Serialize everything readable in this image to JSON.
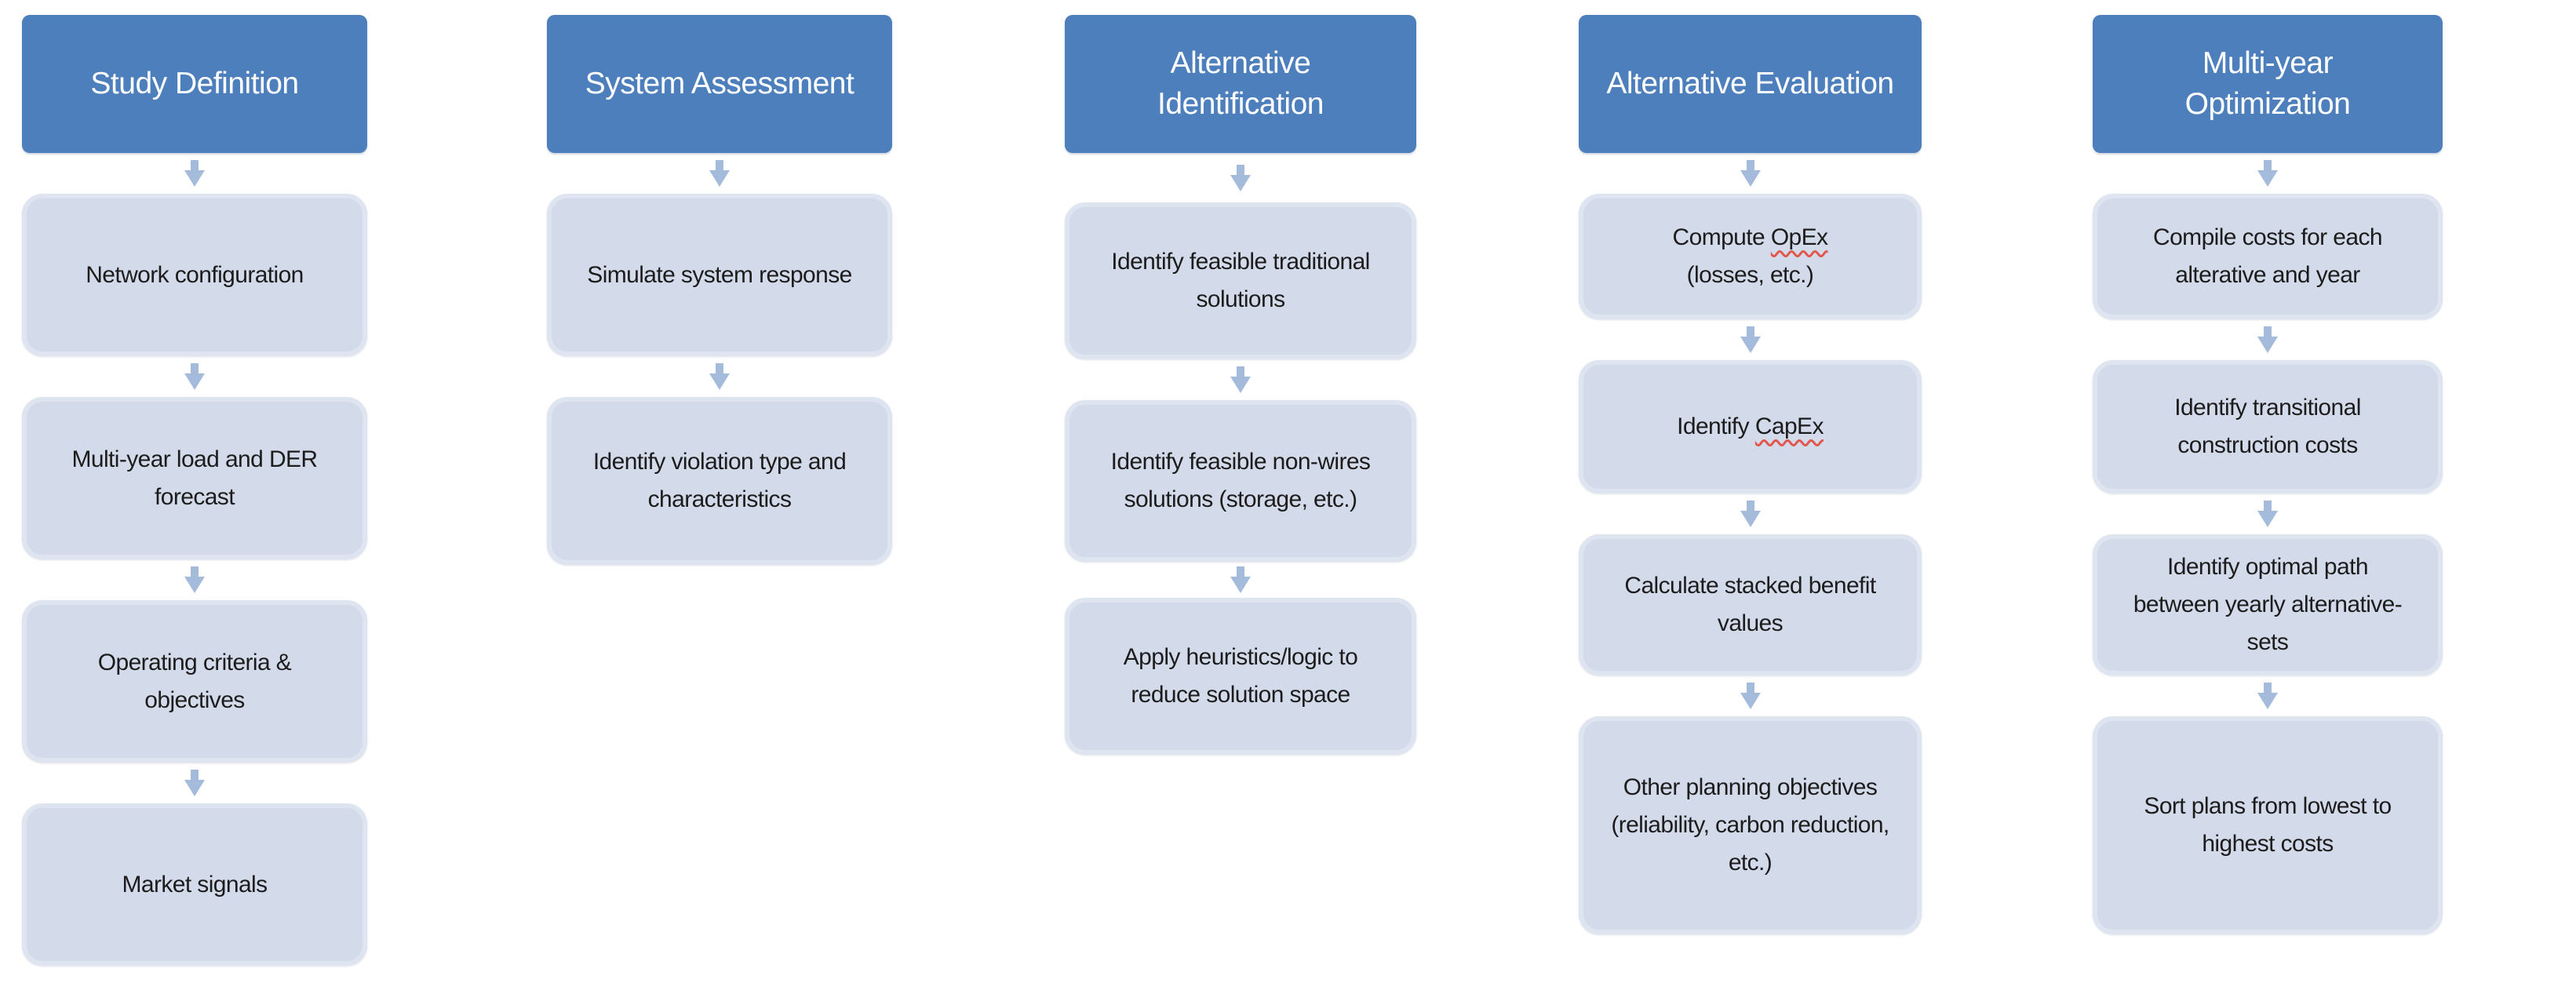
{
  "diagram": {
    "type": "process-flowchart",
    "columns": [
      {
        "header": "Study Definition",
        "boxes": [
          {
            "text": "Network configuration"
          },
          {
            "text": "Multi-year load and DER\nforecast"
          },
          {
            "text": "Operating criteria &\nobjectives"
          },
          {
            "text": "Market signals"
          }
        ]
      },
      {
        "header": "System Assessment",
        "boxes": [
          {
            "text": "Simulate system response"
          },
          {
            "text": "Identify violation type and\ncharacteristics"
          }
        ]
      },
      {
        "header": "Alternative\nIdentification",
        "boxes": [
          {
            "text": "Identify feasible traditional\nsolutions"
          },
          {
            "text": "Identify feasible non-wires\nsolutions (storage, etc.)"
          },
          {
            "text": "Apply heuristics/logic to\nreduce solution space"
          }
        ]
      },
      {
        "header": "Alternative Evaluation",
        "boxes": [
          {
            "text": "Compute OpEx\n(losses, etc.)",
            "spellcheck": [
              "OpEx"
            ]
          },
          {
            "text": "Identify CapEx",
            "spellcheck": [
              "CapEx"
            ]
          },
          {
            "text": "Calculate stacked benefit\nvalues"
          },
          {
            "text": "Other planning objectives\n(reliability, carbon reduction,\netc.)"
          }
        ]
      },
      {
        "header": "Multi-year\nOptimization",
        "boxes": [
          {
            "text": "Compile costs for each\nalterative and year"
          },
          {
            "text": "Identify transitional\nconstruction costs"
          },
          {
            "text": "Identify optimal path\nbetween yearly alternative-\nsets"
          },
          {
            "text": "Sort plans from lowest to\nhighest costs"
          }
        ]
      }
    ],
    "colors": {
      "background": "#ffffff",
      "header_bg": "#4d7fbd",
      "header_text": "#ffffff",
      "box_bg": "#d3dae9",
      "box_border": "#dee4f0",
      "box_text": "#1c1c1c",
      "arrow": "#a4bbdc",
      "spellcheck_underline": "#e2574d"
    }
  }
}
